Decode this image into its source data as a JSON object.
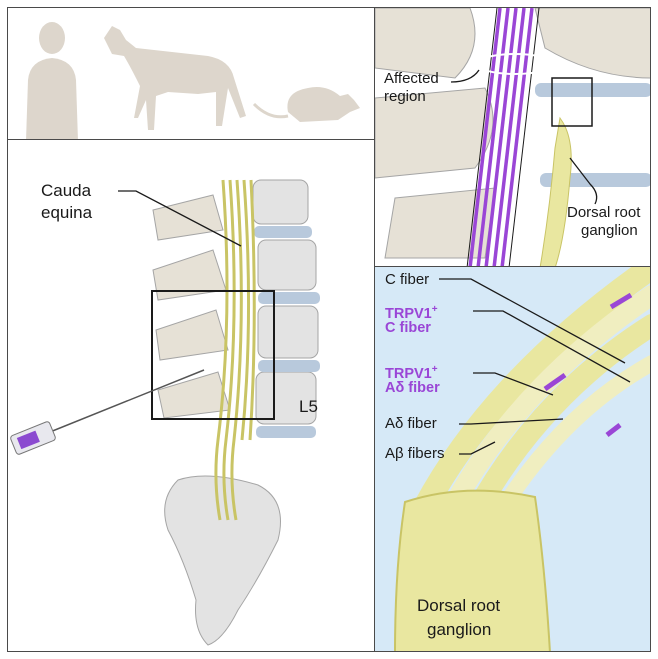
{
  "labels": {
    "cauda_equina_1": "Cauda",
    "cauda_equina_2": "equina",
    "l5": "L5",
    "affected_1": "Affected",
    "affected_2": "region",
    "drg_top_1": "Dorsal root",
    "drg_top_2": "ganglion",
    "c_fiber": "C fiber",
    "trpv1_c_1": "TRPV1",
    "trpv1_c_sup": "+",
    "trpv1_c_2": "C fiber",
    "trpv1_ad_1": "TRPV1",
    "trpv1_ad_sup": "+",
    "trpv1_ad_2": "Aδ fiber",
    "ad_fiber": "Aδ fiber",
    "ab_fibers": "Aβ fibers",
    "drg_bottom_1": "Dorsal root",
    "drg_bottom_2": "ganglion"
  },
  "colors": {
    "bone": "#e3e3e3",
    "disc": "#b8c9dc",
    "nerve": "#e9e7a0",
    "nerve_dark": "#c9c465",
    "purple": "#9a46d6",
    "silhouette": "#ddd6cc",
    "fiber_bg": "#d6e9f7"
  }
}
